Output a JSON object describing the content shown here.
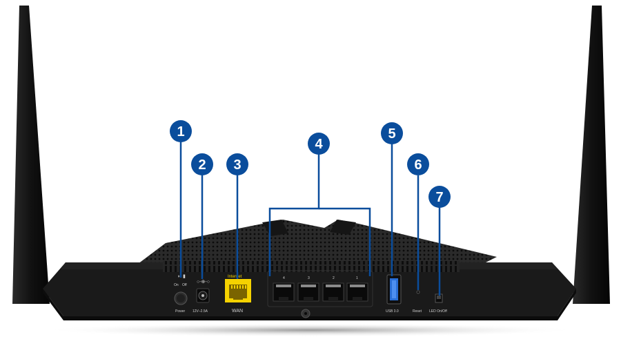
{
  "callouts": [
    {
      "number": "1"
    },
    {
      "number": "2"
    },
    {
      "number": "3"
    },
    {
      "number": "4"
    },
    {
      "number": "5"
    },
    {
      "number": "6"
    },
    {
      "number": "7"
    }
  ],
  "labels": {
    "power_on": "On",
    "power_off": "Off",
    "power": "Power",
    "dc_in": "12V–2.5A",
    "internet": "Internet",
    "wan": "WAN",
    "port4": "4",
    "port3": "3",
    "port2": "2",
    "port1": "1",
    "usb": "USB 3.0",
    "reset": "Reset",
    "led": "LED On/Off"
  },
  "colors": {
    "callout_blue": "#0a4d9c",
    "wan_yellow": "#f5d200",
    "usb_blue": "#2a6fd6",
    "body": "#1a1a1a"
  }
}
